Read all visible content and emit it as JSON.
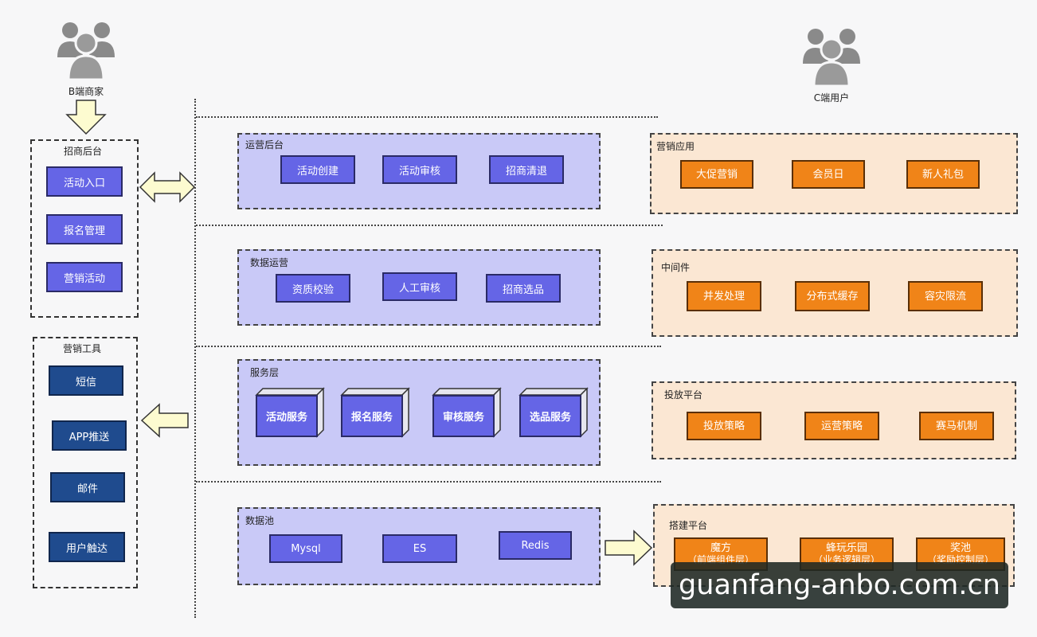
{
  "left": {
    "merchant_label": "B端商家",
    "recruit_backend": {
      "title": "招商后台",
      "items": [
        "活动入口",
        "报名管理",
        "营销活动"
      ]
    },
    "marketing_tools": {
      "title": "营销工具",
      "items": [
        "短信",
        "APP推送",
        "邮件",
        "用户触达"
      ]
    }
  },
  "middle": {
    "ops_backend": {
      "title": "运营后台",
      "items": [
        "活动创建",
        "活动审核",
        "招商清退"
      ]
    },
    "data_ops": {
      "title": "数据运营",
      "items": [
        "资质校验",
        "人工审核",
        "招商选品"
      ]
    },
    "service_layer": {
      "title": "服务层",
      "items": [
        "活动服务",
        "报名服务",
        "审核服务",
        "选品服务"
      ]
    },
    "data_pool": {
      "title": "数据池",
      "items": [
        "Mysql",
        "ES",
        "Redis"
      ]
    }
  },
  "right": {
    "customer_label": "C端用户",
    "marketing_apps": {
      "title": "营销应用",
      "items": [
        "大促营销",
        "会员日",
        "新人礼包"
      ]
    },
    "middleware": {
      "title": "中间件",
      "items": [
        "并发处理",
        "分布式缓存",
        "容灾限流"
      ]
    },
    "delivery_platform": {
      "title": "投放平台",
      "items": [
        "投放策略",
        "运营策略",
        "赛马机制"
      ]
    },
    "build_platform": {
      "title": "搭建平台",
      "items": [
        {
          "name": "魔方",
          "sub": "（前端组件层）"
        },
        {
          "name": "蜂玩乐园",
          "sub": "（业务逻辑层）"
        },
        {
          "name": "奖池",
          "sub": "（奖励控制层）"
        }
      ]
    }
  },
  "watermark": "guanfang-anbo.com.cn",
  "colors": {
    "navy": "#1f4b8e",
    "purple_panel": "#c9c9f7",
    "purple_button": "#6565e6",
    "orange_panel": "#fbe7d3",
    "orange_button": "#f08418",
    "arrow_fill": "#fdfbd0"
  }
}
